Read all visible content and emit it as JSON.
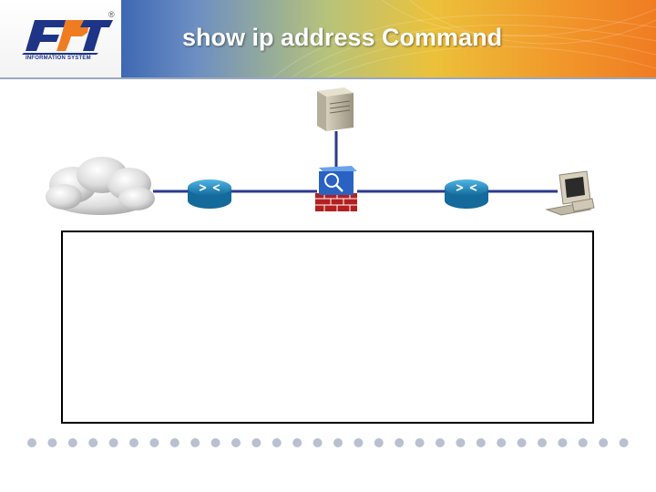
{
  "slide": {
    "title": "show ip address Command"
  },
  "logo": {
    "text": "FPT",
    "subtext": "INFORMATION SYSTEM",
    "mark": "®"
  },
  "diagram": {
    "nodes": [
      {
        "name": "cloud",
        "icon": "cloud-icon"
      },
      {
        "name": "router-left",
        "icon": "router-icon"
      },
      {
        "name": "server",
        "icon": "server-icon"
      },
      {
        "name": "firewall-ids",
        "icon": "firewall-icon"
      },
      {
        "name": "router-right",
        "icon": "router-icon"
      },
      {
        "name": "pc",
        "icon": "pc-icon"
      }
    ],
    "colors": {
      "link": "#2b3a8c",
      "router": "#1a8fc6",
      "firewall_brick": "#b32020",
      "firewall_appliance": "#2a62c2"
    }
  },
  "command_output": {
    "lines": []
  },
  "footer": {
    "dot_count": 30,
    "dot_color": "#b9c1d0"
  }
}
